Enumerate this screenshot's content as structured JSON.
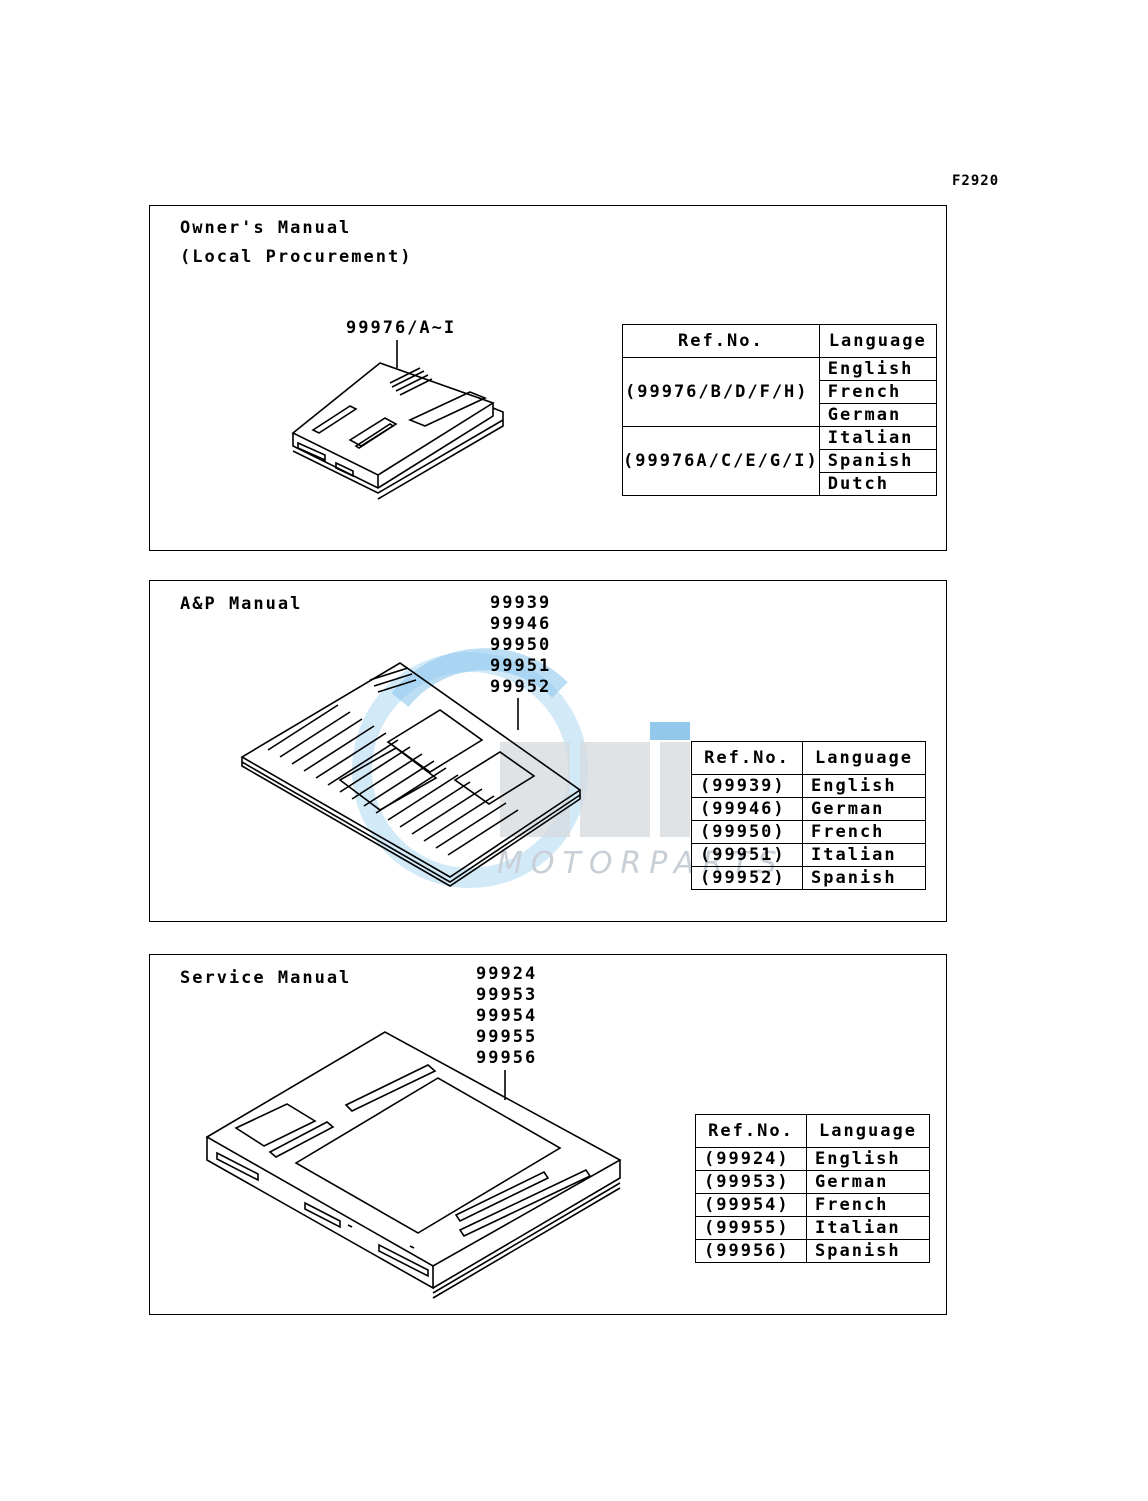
{
  "figure_code": "F2920",
  "watermark": {
    "text": "MOTORPARTS",
    "logo_color": "#4aa3df",
    "logo_gray": "#c8cdd2"
  },
  "panels": [
    {
      "title_lines": [
        "Owner's Manual",
        "(Local Procurement)"
      ],
      "callout": [
        "99976/A~I"
      ],
      "table": {
        "headers": [
          "Ref.No.",
          "Language"
        ],
        "groups": [
          {
            "ref": "(99976/B/D/F/H)",
            "languages": [
              "English",
              "French",
              "German"
            ]
          },
          {
            "ref": "(99976A/C/E/G/I)",
            "languages": [
              "Italian",
              "Spanish",
              "Dutch"
            ]
          }
        ]
      }
    },
    {
      "title_lines": [
        "A&P Manual"
      ],
      "callout": [
        "99939",
        "99946",
        "99950",
        "99951",
        "99952"
      ],
      "table": {
        "headers": [
          "Ref.No.",
          "Language"
        ],
        "rows": [
          {
            "ref": "(99939)",
            "language": "English"
          },
          {
            "ref": "(99946)",
            "language": "German"
          },
          {
            "ref": "(99950)",
            "language": "French"
          },
          {
            "ref": "(99951)",
            "language": "Italian"
          },
          {
            "ref": "(99952)",
            "language": "Spanish"
          }
        ]
      }
    },
    {
      "title_lines": [
        "Service Manual"
      ],
      "callout": [
        "99924",
        "99953",
        "99954",
        "99955",
        "99956"
      ],
      "table": {
        "headers": [
          "Ref.No.",
          "Language"
        ],
        "rows": [
          {
            "ref": "(99924)",
            "language": "English"
          },
          {
            "ref": "(99953)",
            "language": "German"
          },
          {
            "ref": "(99954)",
            "language": "French"
          },
          {
            "ref": "(99955)",
            "language": "Italian"
          },
          {
            "ref": "(99956)",
            "language": "Spanish"
          }
        ]
      }
    }
  ]
}
